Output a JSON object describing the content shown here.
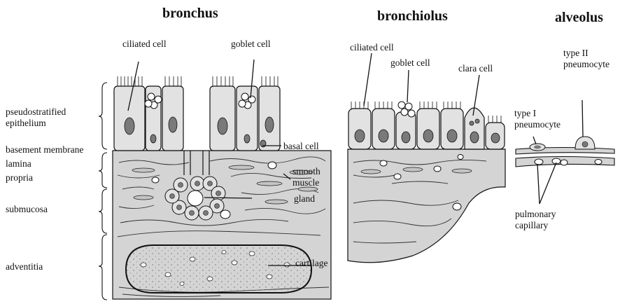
{
  "titles": {
    "bronchus": "bronchus",
    "bronchiolus": "bronchiolus",
    "alveolus": "alveolus"
  },
  "layers": {
    "pseudostratified_line1": "pseudostratified",
    "pseudostratified_line2": "epithelium",
    "basement_membrane": "basement membrane",
    "lamina": "lamina",
    "propria": "propria",
    "submucosa": "submucosa",
    "adventitia": "adventitia"
  },
  "bronchus_labels": {
    "ciliated_cell": "ciliated cell",
    "goblet_cell": "goblet cell",
    "basal_cell": "basal cell",
    "smooth": "smooth",
    "muscle": "muscle",
    "gland": "gland",
    "cartilage": "cartilage"
  },
  "bronchiolus_labels": {
    "ciliated_cell": "ciliated cell",
    "goblet_cell": "goblet cell",
    "clara_cell": "clara cell"
  },
  "alveolus_labels": {
    "type1_line1": "type I",
    "type1_line2": "pneumocyte",
    "type2_line1": "type II",
    "type2_line2": "pneumocyte",
    "pulmonary": "pulmonary",
    "capillary": "capillary"
  },
  "colors": {
    "ink": "#111111",
    "cell_fill": "#e2e2e2",
    "tissue_fill": "#d4d4d4",
    "nucleus_fill": "#7a7a7a",
    "cartilage_fill": "#ffffff"
  }
}
